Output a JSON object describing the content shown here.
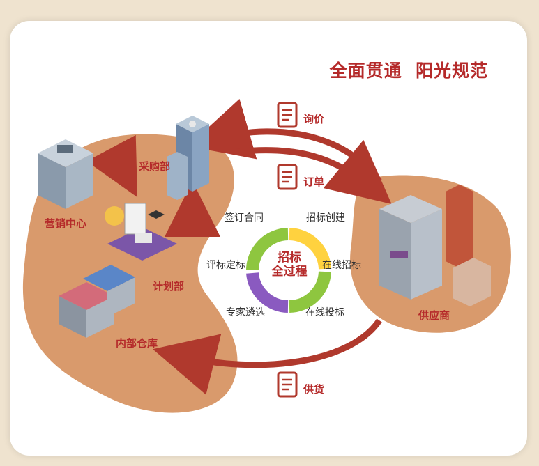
{
  "header": {
    "title": "全面贯通  阳光规范"
  },
  "nodes": {
    "marketing": "营销中心",
    "procurement": "采购部",
    "planning": "计划部",
    "warehouse": "内部仓库",
    "supplier": "供应商"
  },
  "flows": {
    "inquiry": "询价",
    "order": "订单",
    "delivery": "供货"
  },
  "process": {
    "center_line1": "招标",
    "center_line2": "全过程",
    "stages": [
      "签订合同",
      "招标创建",
      "在线招标",
      "在线投标",
      "专家遴选",
      "评标定标"
    ]
  },
  "colors": {
    "accent": "#b52a2a",
    "island": "#d99a6c",
    "ring_green": "#8ec63f",
    "ring_yellow": "#ffd23f",
    "ring_purple": "#8a5ac0"
  }
}
